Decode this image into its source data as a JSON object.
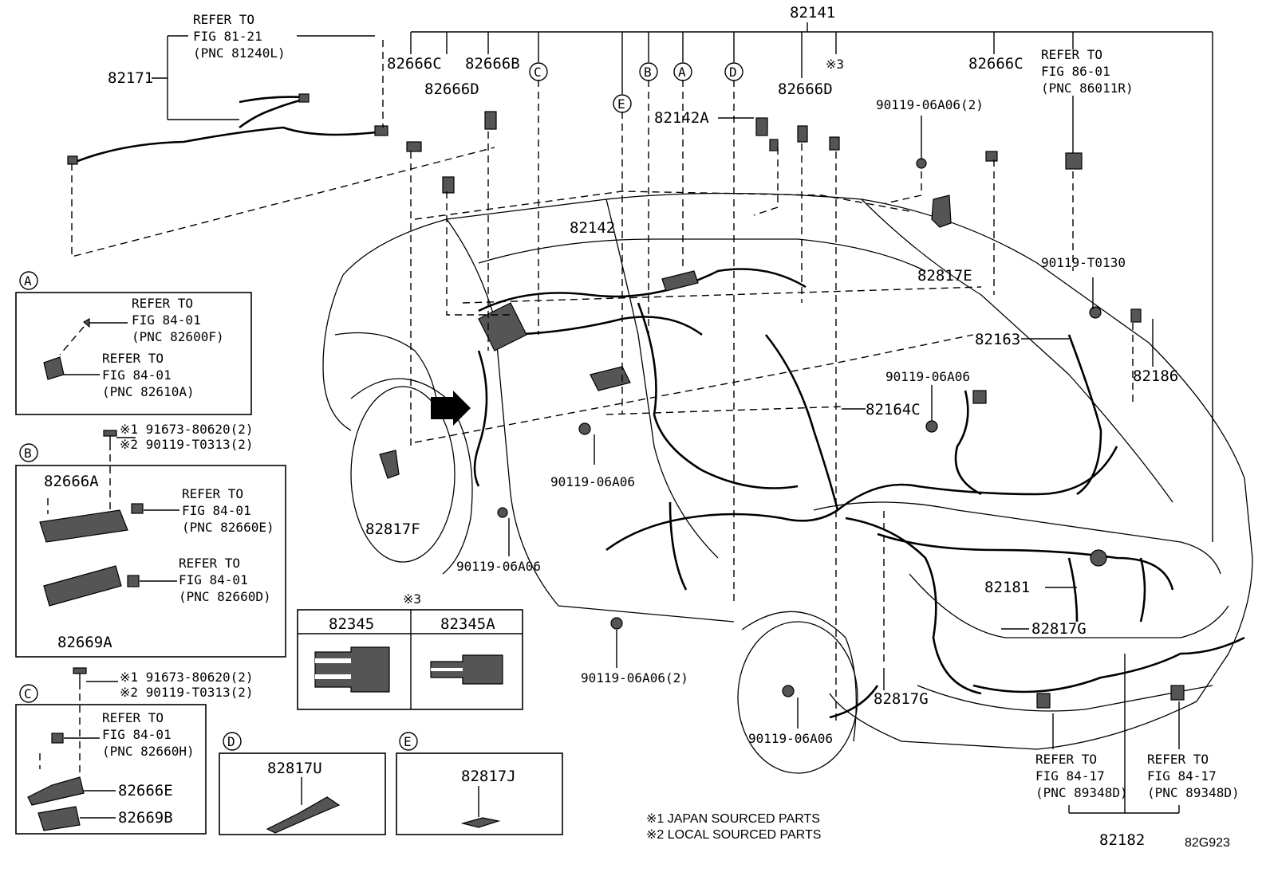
{
  "title_part": "82141",
  "callout_labels": {
    "p82171": "82171",
    "p82666C_left": "82666C",
    "p82666B": "82666B",
    "p82666D_left": "82666D",
    "p82142A": "82142A",
    "p82666D_right": "82666D",
    "note3_mark": "※3",
    "p90119_06A06_2_top": "90119-06A06(2)",
    "p82666C_right": "82666C",
    "p82142": "82142",
    "p82817E": "82817E",
    "p90119_T0130": "90119-T0130",
    "p82163": "82163",
    "p82186": "82186",
    "p90119_06A06_right": "90119-06A06",
    "p82164C": "82164C",
    "p82817F": "82817F",
    "p90119_06A06_mid": "90119-06A06",
    "p90119_06A06_left": "90119-06A06",
    "p82181": "82181",
    "p82817G_right": "82817G",
    "p82817G_mid": "82817G",
    "p90119_06A06_2_bottom": "90119-06A06(2)",
    "p90119_06A06_bottom": "90119-06A06",
    "p82182": "82182"
  },
  "circle_letters": [
    "C",
    "E",
    "B",
    "A",
    "D"
  ],
  "refer_top_left": [
    "REFER TO",
    "FIG 81-21",
    "(PNC 81240L)"
  ],
  "refer_top_right": [
    "REFER TO",
    "FIG 86-01",
    "(PNC 86011R)"
  ],
  "refer_bottom_1": [
    "REFER TO",
    "FIG 84-17",
    "(PNC 89348D)"
  ],
  "refer_bottom_2": [
    "REFER TO",
    "FIG 84-17",
    "(PNC 89348D)"
  ],
  "inset_A": {
    "letter": "A",
    "refer_1": [
      "REFER TO",
      "FIG 84-01",
      "(PNC 82600F)"
    ],
    "refer_2": [
      "REFER TO",
      "FIG 84-01",
      "(PNC 82610A)"
    ]
  },
  "inset_B": {
    "letter": "B",
    "bolt_notes": [
      "※1 91673-80620(2)",
      "※2 90119-T0313(2)"
    ],
    "part_top": "82666A",
    "part_bottom": "82669A",
    "refer_1": [
      "REFER TO",
      "FIG 84-01",
      "(PNC 82660E)"
    ],
    "refer_2": [
      "REFER TO",
      "FIG 84-01",
      "(PNC 82660D)"
    ]
  },
  "inset_C": {
    "letter": "C",
    "bolt_notes": [
      "※1 91673-80620(2)",
      "※2 90119-T0313(2)"
    ],
    "refer": [
      "REFER TO",
      "FIG 84-01",
      "(PNC 82660H)"
    ],
    "part_top": "82666E",
    "part_bottom": "82669B"
  },
  "inset_D": {
    "letter": "D",
    "part": "82817U"
  },
  "inset_E": {
    "letter": "E",
    "part": "82817J"
  },
  "inset_3": {
    "mark": "※3",
    "col1": "82345",
    "col2": "82345A"
  },
  "footnotes": [
    "※1 JAPAN SOURCED PARTS",
    "※2 LOCAL SOURCED PARTS"
  ],
  "figure_id": "82G923"
}
